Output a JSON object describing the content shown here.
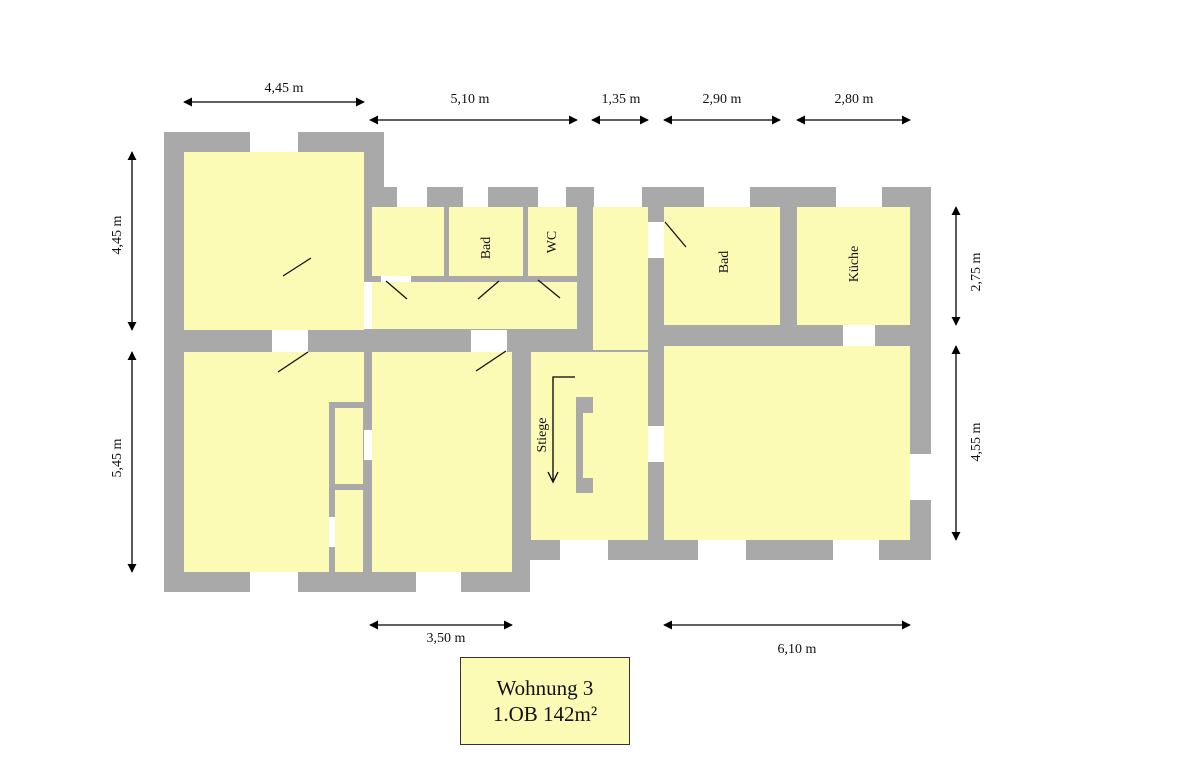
{
  "dimensions": {
    "top": [
      "4,45 m",
      "5,10 m",
      "1,35 m",
      "2,90 m",
      "2,80 m"
    ],
    "left": [
      "4,45 m",
      "5,45 m"
    ],
    "right": [
      "2,75 m",
      "4,55 m"
    ],
    "bottom": [
      "3,50 m",
      "6,10 m"
    ]
  },
  "rooms": {
    "bad_1": "Bad",
    "wc": "WC",
    "bad_2": "Bad",
    "kueche": "Küche",
    "stiege": "Stiege"
  },
  "info": {
    "line1": "Wohnung 3",
    "line2": "1.OB 142m²"
  },
  "colors": {
    "wall": "#a9a9a9",
    "room_fill": "#fbfbb6",
    "opening": "#ffffff",
    "line": "#000000"
  }
}
